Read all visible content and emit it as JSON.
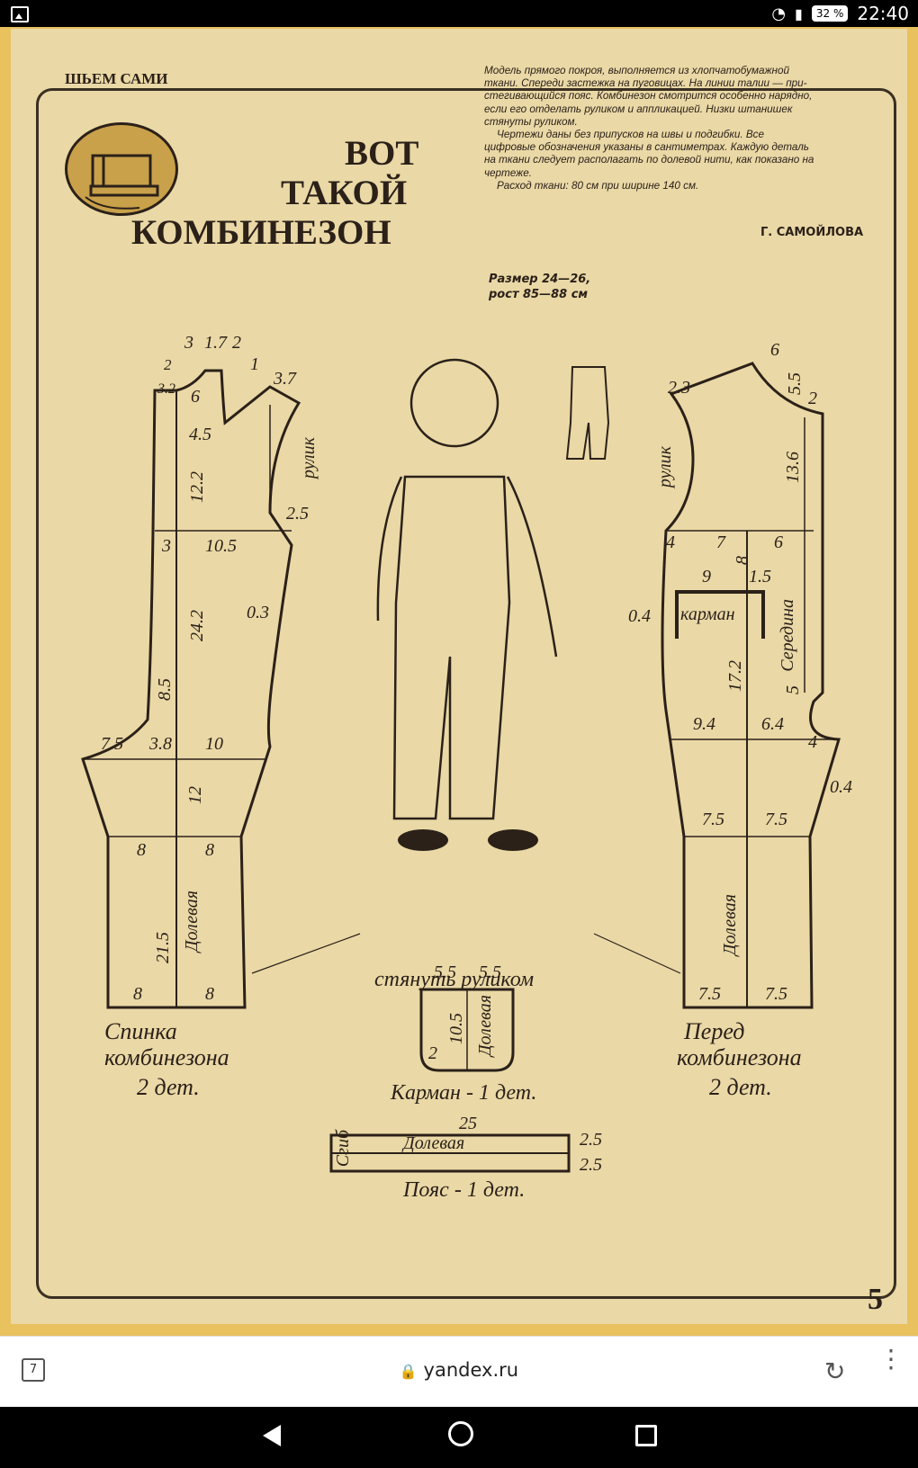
{
  "status_bar": {
    "battery": "32 %",
    "time": "22:40"
  },
  "magazine": {
    "rubric": "ШЬЕМ САМИ",
    "title_lines": [
      "ВОТ",
      "ТАКОЙ",
      "КОМБИНЕЗОН"
    ],
    "description": [
      "Модель прямого покроя, выполняется из хлопчатобумажной",
      "ткани. Спереди застежка на пуговицах. На линии талии — при-",
      "стегивающийся пояс. Комбинезон смотрится особенно нарядно,",
      "если его отделать руликом и аппликацией. Низки штанишек",
      "стянуты руликом.",
      "Чертежи даны без припусков на швы и подгибки. Все",
      "цифровые обозначения указаны в сантиметрах. Каждую деталь",
      "на ткани следует располагать по долевой нити, как показано на",
      "чертеже.",
      "Расход ткани: 80 см при ширине 140 см."
    ],
    "author": "Г. САМОЙЛОВА",
    "size_info": [
      "Размер 24—26,",
      "рост 85—88 см"
    ],
    "draw_together": "стянуть руликом",
    "page_number": "5"
  },
  "back_piece": {
    "caption": [
      "Спинка",
      "комбинезона",
      "2 дет."
    ],
    "side_label": "рулик",
    "grain_label": "Долевая",
    "measures": {
      "top_a": "3",
      "top_b": "1.7",
      "top_c": "2",
      "m2": "2",
      "m32": "3.2",
      "m6": "6",
      "m1": "1",
      "m37": "3.7",
      "m45": "4.5",
      "m122": "12.2",
      "m25": "2.5",
      "m3": "3",
      "m105": "10.5",
      "m242": "24.2",
      "m03": "0.3",
      "m85": "8.5",
      "m75": "7.5",
      "m38": "3.8",
      "m10": "10",
      "m12": "12",
      "m8a": "8",
      "m8b": "8",
      "m215": "21.5",
      "m8c": "8",
      "m8d": "8"
    }
  },
  "front_piece": {
    "caption": [
      "Перед",
      "комбинезона",
      "2 дет."
    ],
    "side_label": "рулик",
    "center_label": "Середина",
    "pocket_label": "карман",
    "grain_label": "Долевая",
    "measures": {
      "m6top": "6",
      "m23": "2.3",
      "m55": "5.5",
      "m2": "2",
      "m136": "13.6",
      "m4": "4",
      "m7": "7",
      "m6": "6",
      "m8": "8",
      "m9": "9",
      "m15": "1.5",
      "m04a": "0.4",
      "m172": "17.2",
      "m5": "5",
      "m94": "9.4",
      "m64": "6.4",
      "m4b": "4",
      "m04b": "0.4",
      "m75a": "7.5",
      "m75b": "7.5",
      "m75c": "7.5",
      "m75d": "7.5"
    }
  },
  "pocket_piece": {
    "caption": "Карман - 1 дет.",
    "grain_label": "Долевая",
    "measures": {
      "w1": "5.5",
      "w2": "5.5",
      "h": "10.5",
      "r": "2"
    }
  },
  "belt_piece": {
    "caption": "Пояс - 1 дет.",
    "grain_label": "Долевая",
    "fold_label": "Сгиб",
    "length": "25",
    "h1": "2.5",
    "h2": "2.5"
  },
  "browser": {
    "tabs_count": "7",
    "url": "yandex.ru"
  },
  "colors": {
    "scan_background": "#e9c15e",
    "paper": "#ead8a6",
    "ink": "#2b2119"
  }
}
